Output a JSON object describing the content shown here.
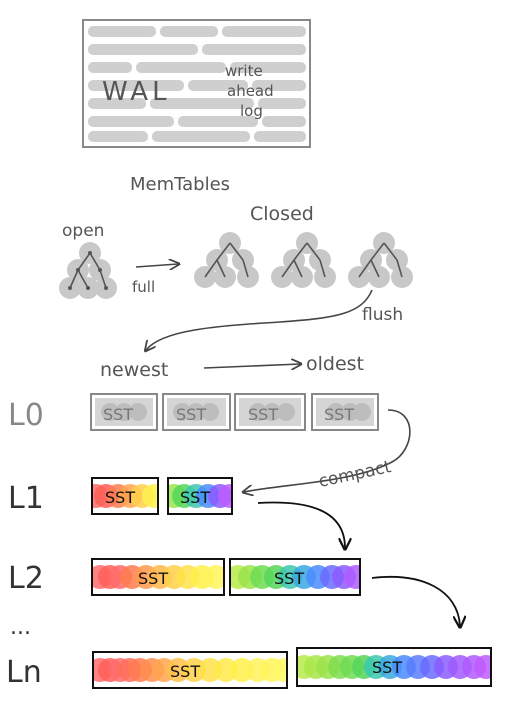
{
  "wal": {
    "label": "WAL",
    "note_lines": [
      "write",
      "ahead",
      "log"
    ]
  },
  "memtables": {
    "title": "MemTables",
    "open_label": "open",
    "closed_label": "Closed",
    "full_label": "full",
    "flush_label": "flush"
  },
  "order": {
    "newest": "newest",
    "oldest": "oldest"
  },
  "compact_label": "compact",
  "levels": [
    {
      "label": "L0",
      "ssts": [
        "SST",
        "SST",
        "SST",
        "SST"
      ]
    },
    {
      "label": "L1",
      "ssts": [
        "SST",
        "SST"
      ]
    },
    {
      "label": "L2",
      "ssts": [
        "SST",
        "SST"
      ]
    },
    {
      "label": "Ln",
      "ssts": [
        "SST",
        "SST"
      ]
    }
  ],
  "ellipsis": "...",
  "colors": {
    "wal_bar": "#cfcfcf",
    "node": "#c8c8c8",
    "stroke": "#555555",
    "sst0_fill": "#d5d5d5"
  }
}
